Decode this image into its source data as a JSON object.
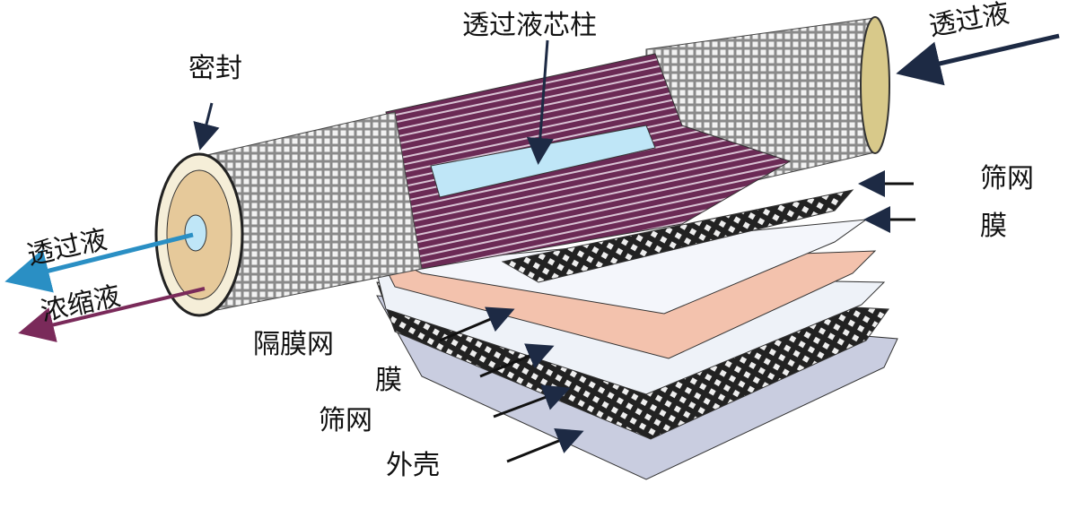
{
  "title": "卷式膜组件结构示意图",
  "labels": {
    "core": "透过液芯柱",
    "permeate_in": "透过液",
    "seal": "密封",
    "screen_right": "筛网",
    "membrane_right": "膜",
    "permeate_out": "透过液",
    "concentrate_out": "浓缩液",
    "spacer": "隔膜网",
    "membrane": "膜",
    "screen": "筛网",
    "shell": "外壳"
  },
  "colors": {
    "permeate_arrow": "#2a8fc4",
    "concentrate_arrow": "#7a2a5a",
    "wound_layers": "#6b2a55",
    "core_tube": "#bfe6f7",
    "membrane_sheet": "#f3c2ad",
    "shell_sheet": "#c9cde0",
    "arrow_dark": "#1d2a44"
  }
}
